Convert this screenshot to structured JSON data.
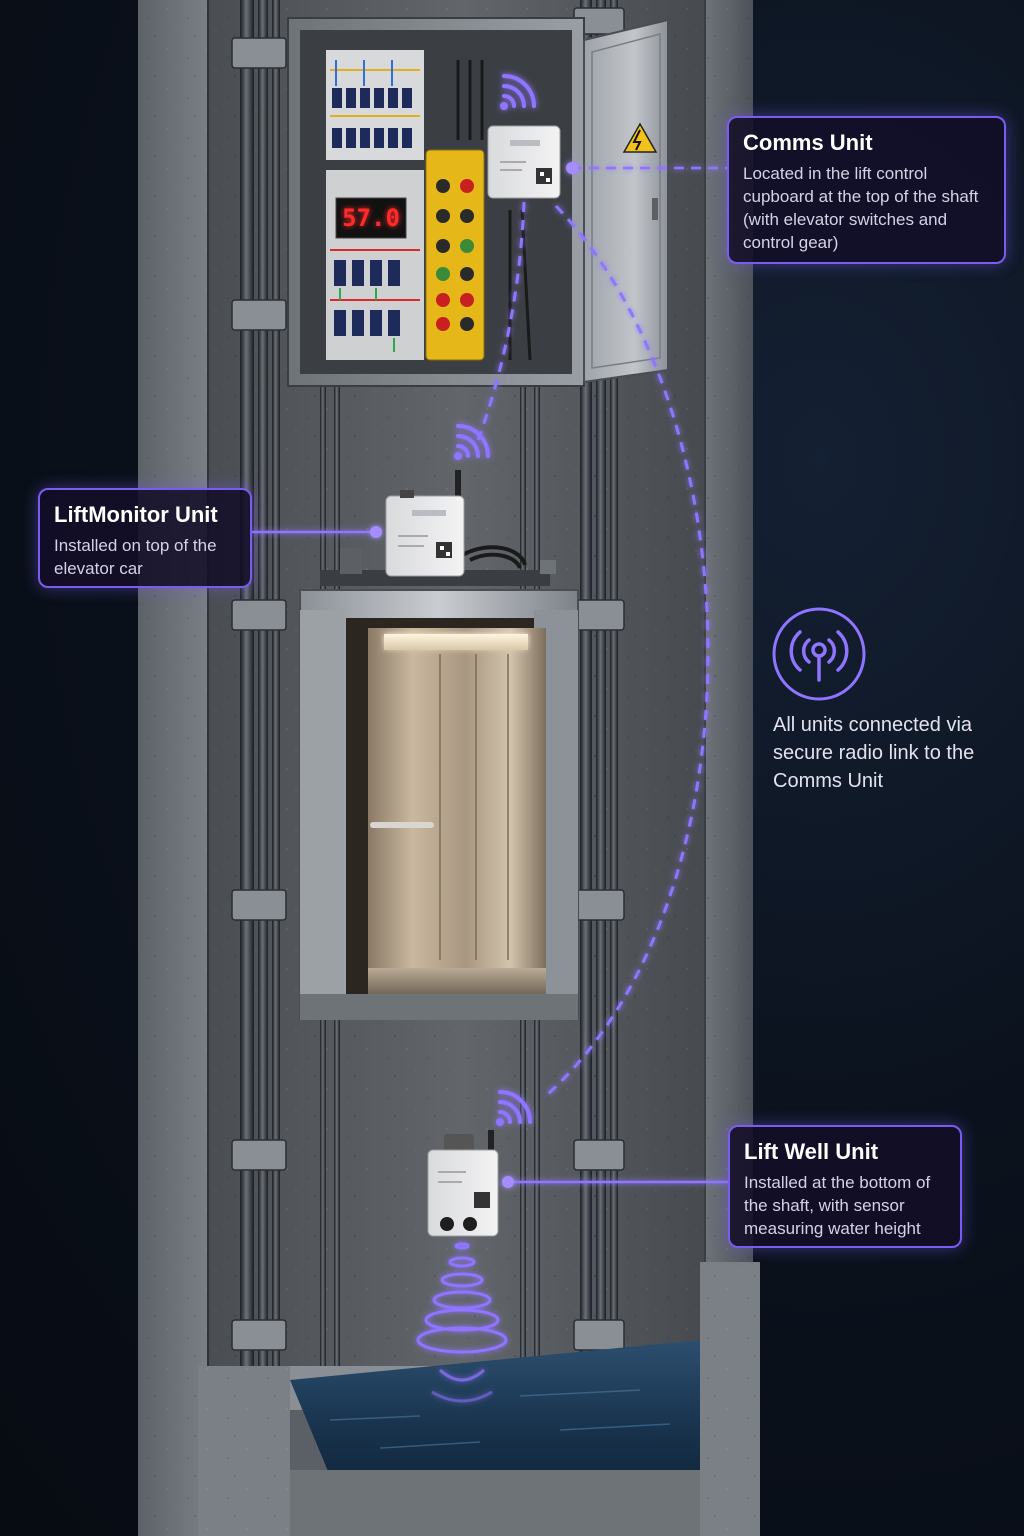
{
  "callouts": {
    "comms": {
      "title": "Comms Unit",
      "description": "Located in the lift control cupboard at the top of the shaft (with elevator switches and control gear)"
    },
    "liftmonitor": {
      "title": "LiftMonitor Unit",
      "description": "Installed on top of the elevator car"
    },
    "liftwell": {
      "title": "Lift Well Unit",
      "description": "Installed at the bottom of the shaft, with sensor measuring water height"
    }
  },
  "radio_note": "All units connected via secure radio link to the Comms Unit",
  "display_reading": "57.0",
  "icons": {
    "radio": "radio-tower-icon",
    "signal": "wifi-signal-icon",
    "warning": "electrical-hazard-icon",
    "sensor": "ultrasonic-wave-icon"
  },
  "colors": {
    "accent": "#7b5cf0",
    "link": "#8f74ff",
    "display": "#ff2a2a"
  }
}
